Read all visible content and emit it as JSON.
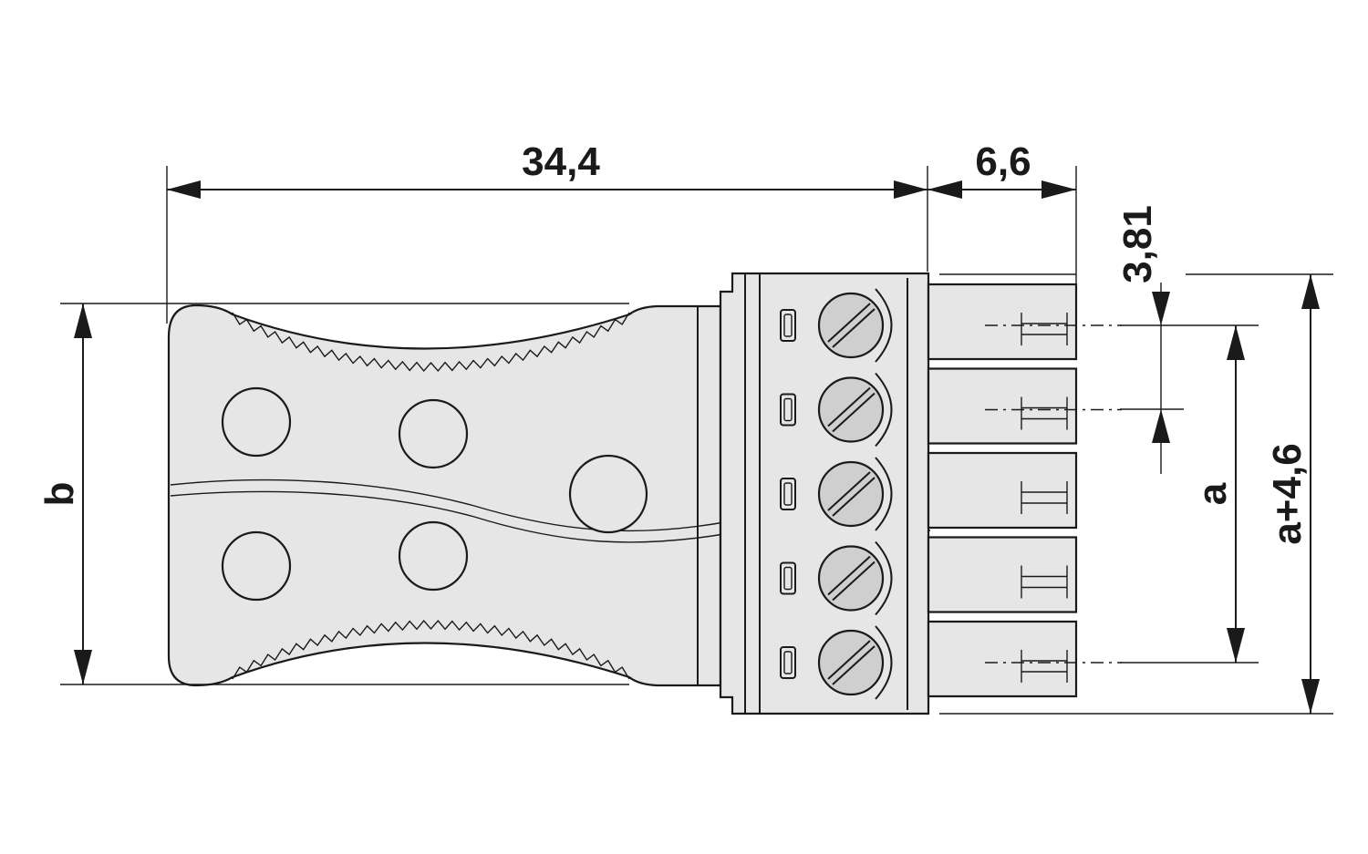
{
  "dimensions": {
    "length_total": "34,4",
    "length_pins": "6,6",
    "pitch": "3,81",
    "height_body": "b",
    "height_pitch_span": "a",
    "height_total": "a+4,6"
  },
  "connector": {
    "positions": 5
  },
  "colors": {
    "body": "#e6e6e6",
    "screw": "#cfcfcf",
    "line": "#1a1a1a"
  }
}
